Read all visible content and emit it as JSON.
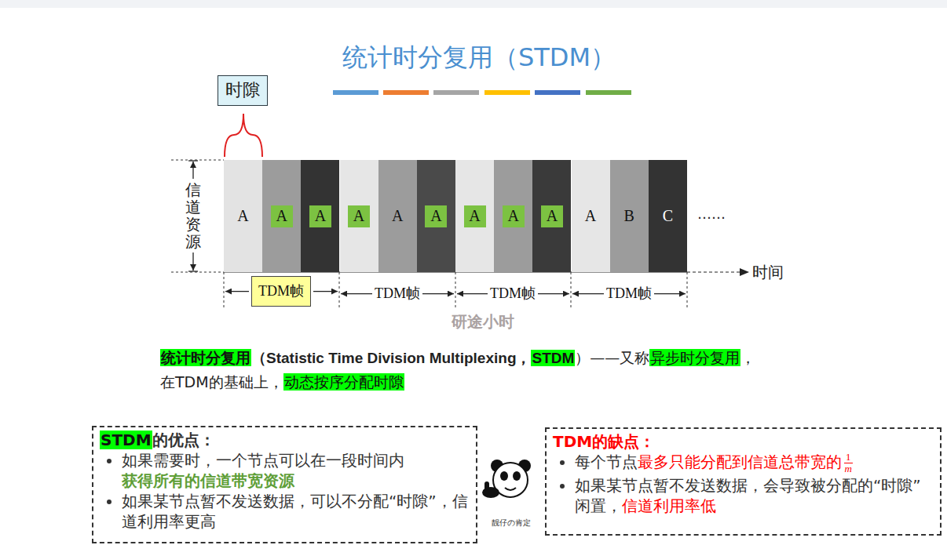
{
  "diagram": {
    "title": "统计时分复用（STDM）",
    "nodes": [
      {
        "text": [
          "时隙"
        ]
      },
      {
        "text": [
          "A"
        ]
      },
      {
        "text": []
      },
      {
        "text": [
          "A"
        ],
        "in": 2
      },
      {
        "text": []
      },
      {
        "text": [
          "A"
        ],
        "in": 4
      },
      {
        "text": []
      },
      {
        "text": [
          "A"
        ],
        "in": 6
      },
      {
        "text": [
          "A"
        ]
      },
      {
        "text": []
      },
      {
        "text": [
          "A"
        ],
        "in": 9
      },
      {
        "text": []
      },
      {
        "text": [
          "A"
        ],
        "in": 11
      },
      {
        "text": []
      },
      {
        "text": [
          "A"
        ],
        "in": 13
      },
      {
        "text": []
      },
      {
        "text": [
          "A"
        ],
        "in": 15
      },
      {
        "text": [
          "A"
        ]
      },
      {
        "text": [
          "B"
        ]
      },
      {
        "text": [
          "C"
        ]
      },
      {
        "text": [
          "TDM帧"
        ]
      },
      {
        "text": [
          "STDM",
          "的优点：",
          "如果需要时，一个节点可以在一段时间内",
          "获得所有的信道带宽资源",
          "如果某节点暂不发送数据，可以不分配“时隙”，",
          "信道利用率更高"
        ]
      },
      {
        "text": [
          "TDM的缺点：",
          "每个节点",
          "最多只能分配到信道总带宽的",
          "1",
          "m",
          "如果某节点暂不发送数据，会导致被分配的“时隙”闲置，",
          "信道利用率低"
        ]
      }
    ],
    "labels": [
      "信道资源",
      "……",
      "时间",
      "TDM帧",
      "TDM帧",
      "TDM帧",
      "统计时分复用",
      "（Statistic Time Division Multiplexing，",
      "STDM",
      "）——又称",
      "异步时分复用",
      "，",
      "在TDM的基础上，",
      "动态按序分配时隙",
      "研途小时",
      "靓仔の肯定"
    ]
  }
}
